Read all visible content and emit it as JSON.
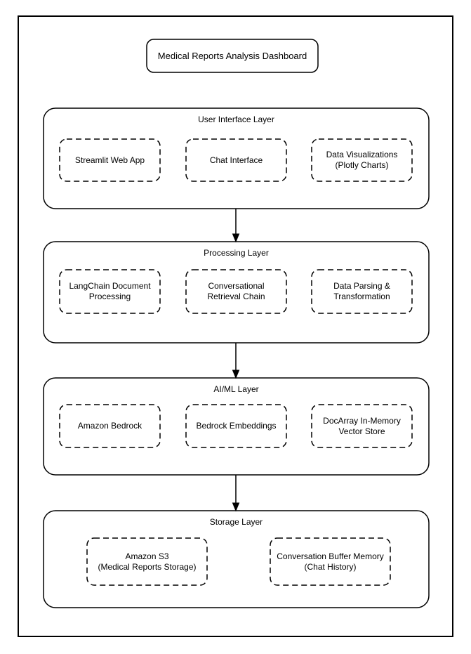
{
  "diagram": {
    "title": "Medical Reports Analysis Dashboard",
    "colors": {
      "stroke": "#000000",
      "background": "#ffffff"
    },
    "layers": [
      {
        "name": "User Interface Layer",
        "nodes": [
          {
            "label": "Streamlit Web App"
          },
          {
            "label": "Chat Interface"
          },
          {
            "label": "Data Visualizations\n(Plotly Charts)"
          }
        ]
      },
      {
        "name": "Processing Layer",
        "nodes": [
          {
            "label": "LangChain Document\nProcessing"
          },
          {
            "label": "Conversational\nRetrieval Chain"
          },
          {
            "label": "Data Parsing &\nTransformation"
          }
        ]
      },
      {
        "name": "AI/ML Layer",
        "nodes": [
          {
            "label": "Amazon Bedrock"
          },
          {
            "label": "Bedrock Embeddings"
          },
          {
            "label": "DocArray In-Memory\nVector Store"
          }
        ]
      },
      {
        "name": "Storage Layer",
        "nodes": [
          {
            "label": "Amazon S3\n(Medical Reports Storage)"
          },
          {
            "label": "Conversation Buffer Memory\n(Chat History)"
          }
        ]
      }
    ],
    "arrows": [
      {
        "name": "user-interface-to-processing"
      },
      {
        "name": "processing-to-aiml"
      },
      {
        "name": "aiml-to-storage"
      }
    ]
  }
}
